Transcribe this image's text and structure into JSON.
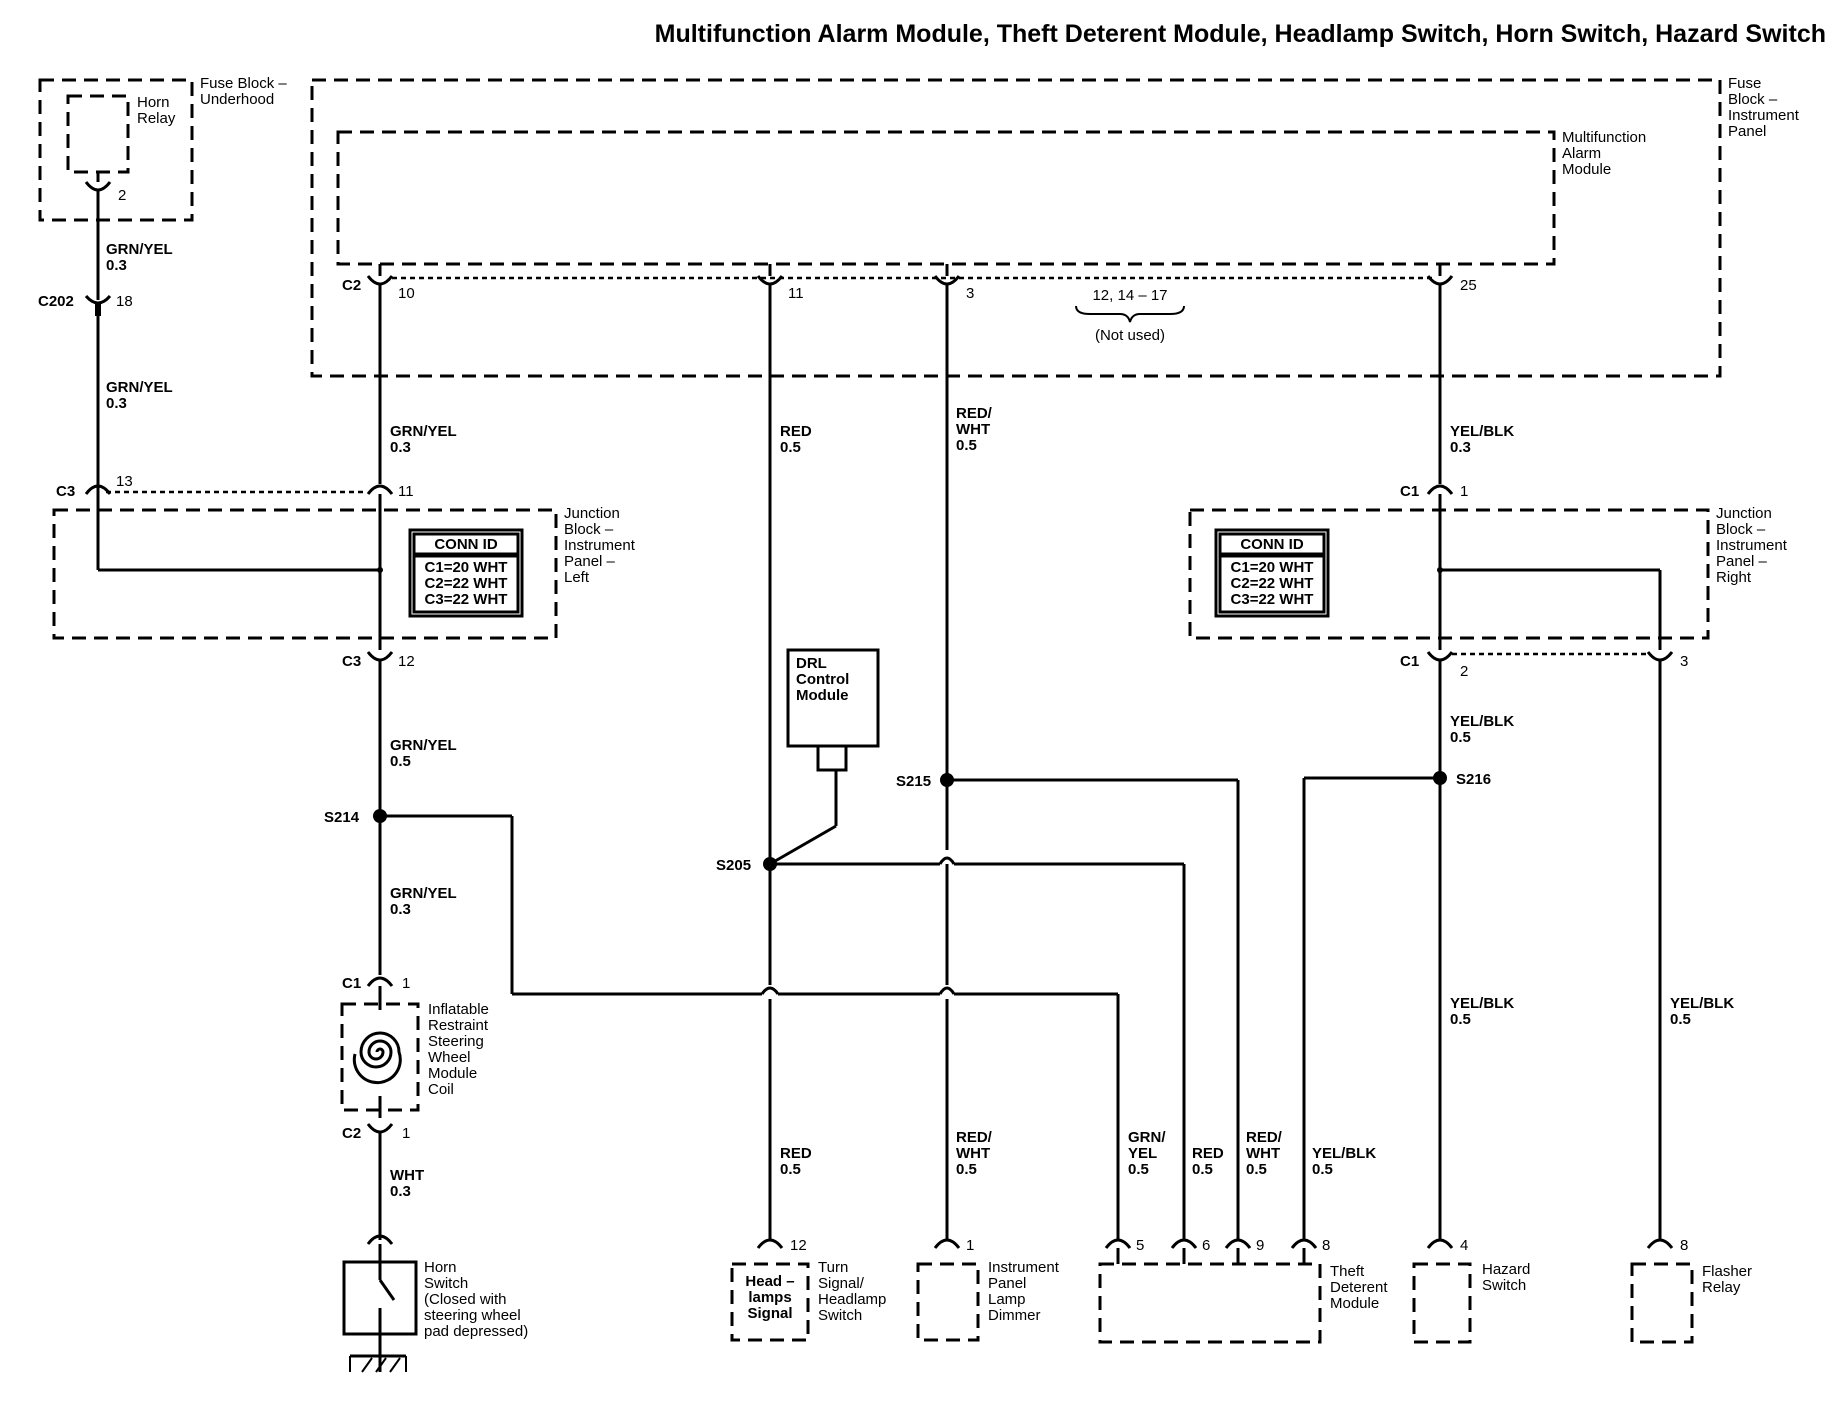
{
  "title": "Multifunction Alarm Module, Theft Deterent Module, Headlamp Switch, Horn Switch, Hazard Switch",
  "components": {
    "horn_relay": [
      "Horn",
      "Relay"
    ],
    "fuse_block_underhood": [
      "Fuse Block –",
      "Underhood"
    ],
    "fuse_block_ip": [
      "Fuse",
      "Block –",
      "Instrument",
      "Panel"
    ],
    "mam": [
      "Multifunction",
      "Alarm",
      "Module"
    ],
    "jb_left": [
      "Junction",
      "Block –",
      "Instrument",
      "Panel –",
      "Left"
    ],
    "jb_right": [
      "Junction",
      "Block –",
      "Instrument",
      "Panel –",
      "Right"
    ],
    "drl": [
      "DRL",
      "Control",
      "Module"
    ],
    "coil": [
      "Inflatable",
      "Restraint",
      "Steering",
      "Wheel",
      "Module",
      "Coil"
    ],
    "horn_switch": [
      "Horn",
      "Switch",
      "(Closed with",
      "steering wheel",
      "pad depressed)"
    ],
    "headlamp_box": [
      "Head –",
      "lamps",
      "Signal"
    ],
    "turn_switch": [
      "Turn",
      "Signal/",
      "Headlamp",
      "Switch"
    ],
    "dimmer": [
      "Instrument",
      "Panel",
      "Lamp",
      "Dimmer"
    ],
    "tdm": [
      "Theft",
      "Deterent",
      "Module"
    ],
    "hazard": [
      "Hazard",
      "Switch"
    ],
    "flasher": [
      "Flasher",
      "Relay"
    ]
  },
  "conn_id": {
    "header": "CONN ID",
    "rows": [
      "C1=20 WHT",
      "C2=22 WHT",
      "C3=22 WHT"
    ]
  },
  "connectors": {
    "c2": "C2",
    "c202": "C202",
    "c3": "C3",
    "c1": "C1"
  },
  "pins": {
    "p2": "2",
    "p18": "18",
    "p10": "10",
    "p11": "11",
    "p3": "3",
    "p25": "25",
    "p13": "13",
    "p11b": "11",
    "p1": "1",
    "p12": "12",
    "p2b": "2",
    "p3b": "3",
    "p1c": "1",
    "p1d": "1",
    "p12b": "12",
    "p1e": "1",
    "p5": "5",
    "p6": "6",
    "p9": "9",
    "p8": "8",
    "p4": "4",
    "p8b": "8"
  },
  "not_used": {
    "pins": "12, 14 – 17",
    "label": "(Not used)"
  },
  "splices": {
    "s214": "S214",
    "s205": "S205",
    "s215": "S215",
    "s216": "S216"
  },
  "wires": {
    "w1": [
      "GRN/YEL",
      "0.3"
    ],
    "w2": [
      "GRN/YEL",
      "0.3"
    ],
    "w3": [
      "GRN/YEL",
      "0.3"
    ],
    "w4": [
      "RED",
      "0.5"
    ],
    "w5": [
      "RED/",
      "WHT",
      "0.5"
    ],
    "w6": [
      "YEL/BLK",
      "0.3"
    ],
    "w7": [
      "GRN/YEL",
      "0.5"
    ],
    "w8": [
      "YEL/BLK",
      "0.5"
    ],
    "w9": [
      "GRN/YEL",
      "0.3"
    ],
    "w10": [
      "YEL/BLK",
      "0.5"
    ],
    "w11": [
      "YEL/BLK",
      "0.5"
    ],
    "w12": [
      "WHT",
      "0.3"
    ],
    "w13": [
      "RED",
      "0.5"
    ],
    "w14": [
      "RED/",
      "WHT",
      "0.5"
    ],
    "w15": [
      "GRN/",
      "YEL",
      "0.5"
    ],
    "w16": [
      "RED",
      "0.5"
    ],
    "w17": [
      "RED/",
      "WHT",
      "0.5"
    ],
    "w18": [
      "YEL/BLK",
      "0.5"
    ]
  }
}
